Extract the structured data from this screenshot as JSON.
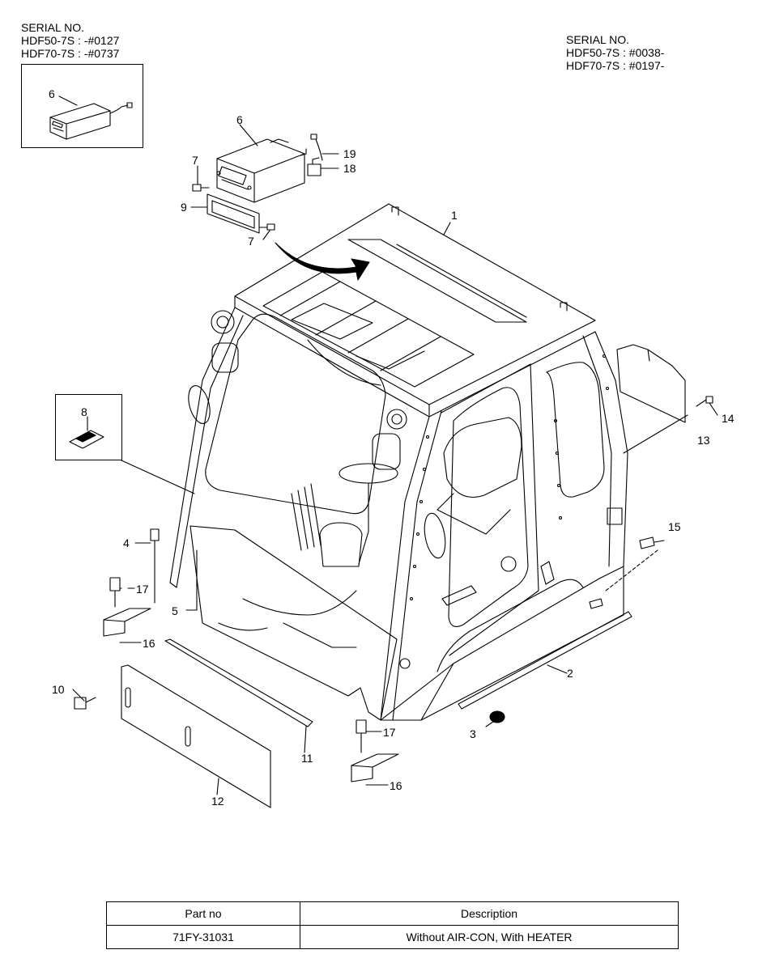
{
  "serial_left": {
    "heading": "SERIAL NO.",
    "line1": "HDF50-7S : -#0127",
    "line2": "HDF70-7S : -#0737"
  },
  "serial_right": {
    "heading": "SERIAL NO.",
    "line1": "HDF50-7S : #0038-",
    "line2": "HDF70-7S : #0197-"
  },
  "callouts": {
    "c1": "1",
    "c2": "2",
    "c3": "3",
    "c4": "4",
    "c5": "5",
    "c6_inset": "6",
    "c6": "6",
    "c7_top": "7",
    "c7_bottom": "7",
    "c8": "8",
    "c9": "9",
    "c10": "10",
    "c11": "11",
    "c12": "12",
    "c13": "13",
    "c14": "14",
    "c15": "15",
    "c16_left": "16",
    "c16_right": "16",
    "c17_left": "17",
    "c17_right": "17",
    "c18": "18",
    "c19": "19"
  },
  "table": {
    "headers": [
      "Part no",
      "Description"
    ],
    "rows": [
      [
        "71FY-31031",
        "Without AIR-CON, With HEATER"
      ]
    ]
  }
}
